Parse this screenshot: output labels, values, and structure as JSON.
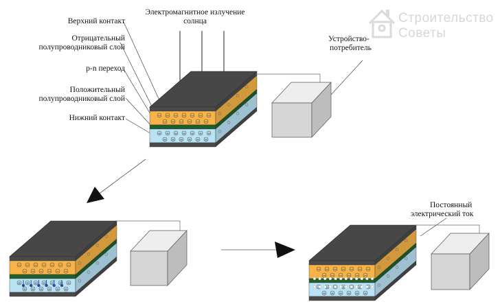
{
  "labels": {
    "top_contact": "Верхний контакт",
    "negative_layer_1": "Отрицательный",
    "negative_layer_2": "полупроводниковый слой",
    "pn_junction": "p-n переход",
    "positive_layer_1": "Положительный",
    "positive_layer_2": "полупроводниковый слой",
    "bottom_contact": "Нижний контакт",
    "radiation_1": "Электромагнитное излучение",
    "radiation_2": "солнца",
    "device_1": "Устройство-",
    "device_2": "потребитель",
    "current_1": "Постоянный",
    "current_2": "электрический ток"
  },
  "watermark": {
    "line1": "Строительство",
    "line2": "Советы"
  },
  "colors": {
    "contact": "#4a4a4a",
    "n_layer": "#f7b347",
    "p_layer": "#b9e3f5",
    "junction": "#1f5f2e",
    "device": "#d6d6d6"
  }
}
